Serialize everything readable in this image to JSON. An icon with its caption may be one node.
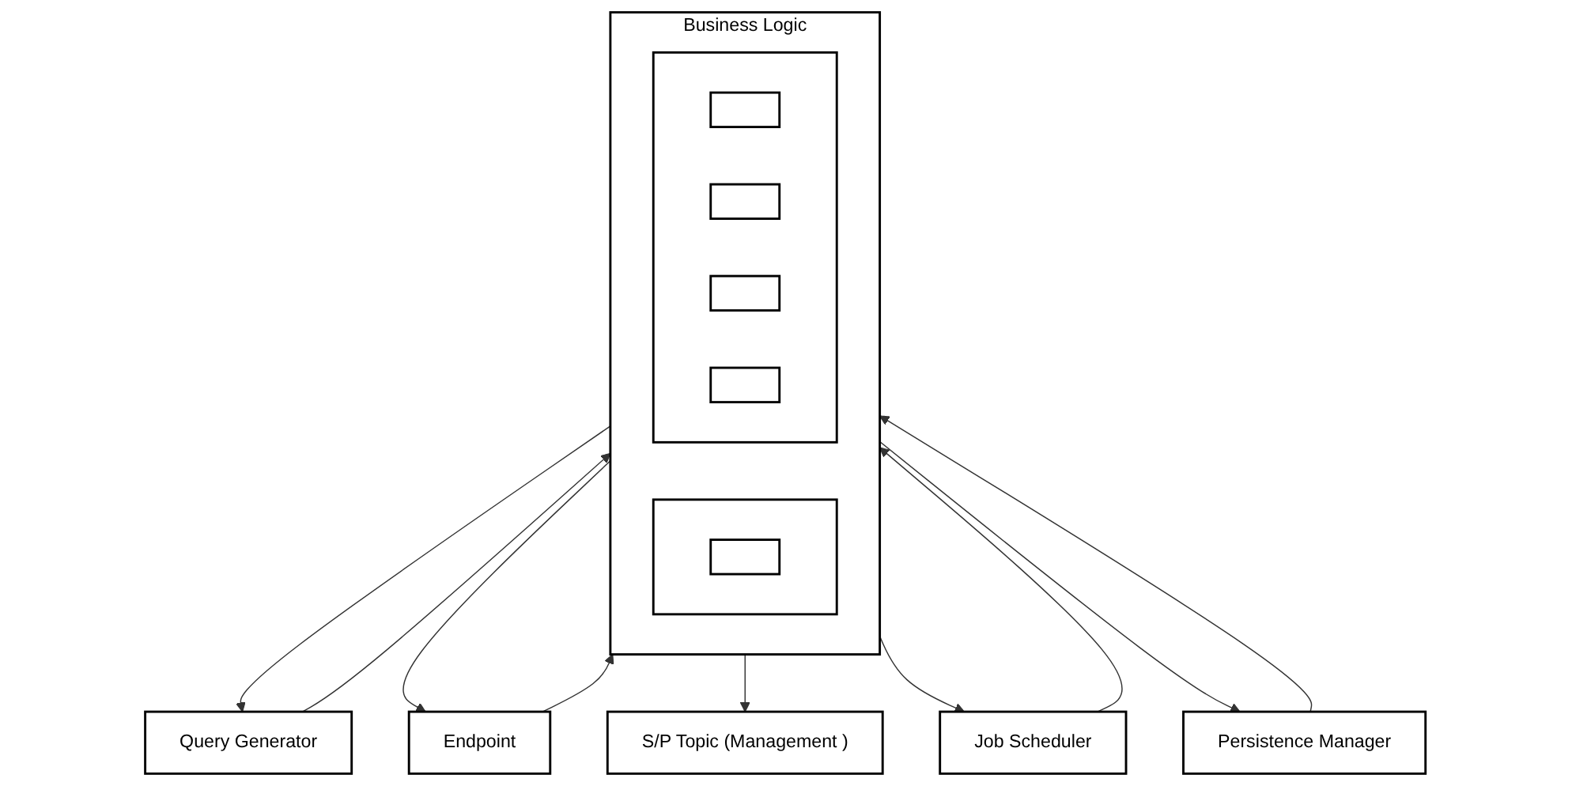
{
  "diagram": {
    "nodes": [
      {
        "text": [
          "Query Generator"
        ]
      },
      {
        "text": [
          "Endpoint"
        ]
      },
      {
        "text": [
          "Business Logic"
        ]
      },
      {
        "text": [],
        "shape": "box",
        "in": 2
      },
      {
        "text": [],
        "shape": "box",
        "in": 3
      },
      {
        "text": [],
        "shape": "box",
        "in": 2
      },
      {
        "text": [],
        "shape": "box",
        "in": 5
      },
      {
        "text": [],
        "shape": "box",
        "in": 5
      },
      {
        "text": [],
        "shape": "box",
        "in": 5
      },
      {
        "text": [],
        "shape": "box",
        "in": 5
      },
      {
        "text": [
          "S/P Topic (Management )"
        ]
      },
      {
        "text": [
          "Job Scheduler"
        ]
      },
      {
        "text": [
          "Persistence Manager"
        ]
      }
    ],
    "edges": [
      {
        "from": 2,
        "to": 0,
        "arrow": "to"
      },
      {
        "from": 0,
        "to": 2,
        "arrow": "to"
      },
      {
        "from": 2,
        "to": 1,
        "arrow": "to"
      },
      {
        "from": 1,
        "to": 2,
        "arrow": "to"
      },
      {
        "from": 2,
        "to": 10,
        "arrow": "to"
      },
      {
        "from": 11,
        "to": 2,
        "arrow": "to"
      },
      {
        "from": 2,
        "to": 11,
        "arrow": "to"
      },
      {
        "from": 12,
        "to": 2,
        "arrow": "to"
      },
      {
        "from": 2,
        "to": 12,
        "arrow": "to"
      }
    ]
  }
}
